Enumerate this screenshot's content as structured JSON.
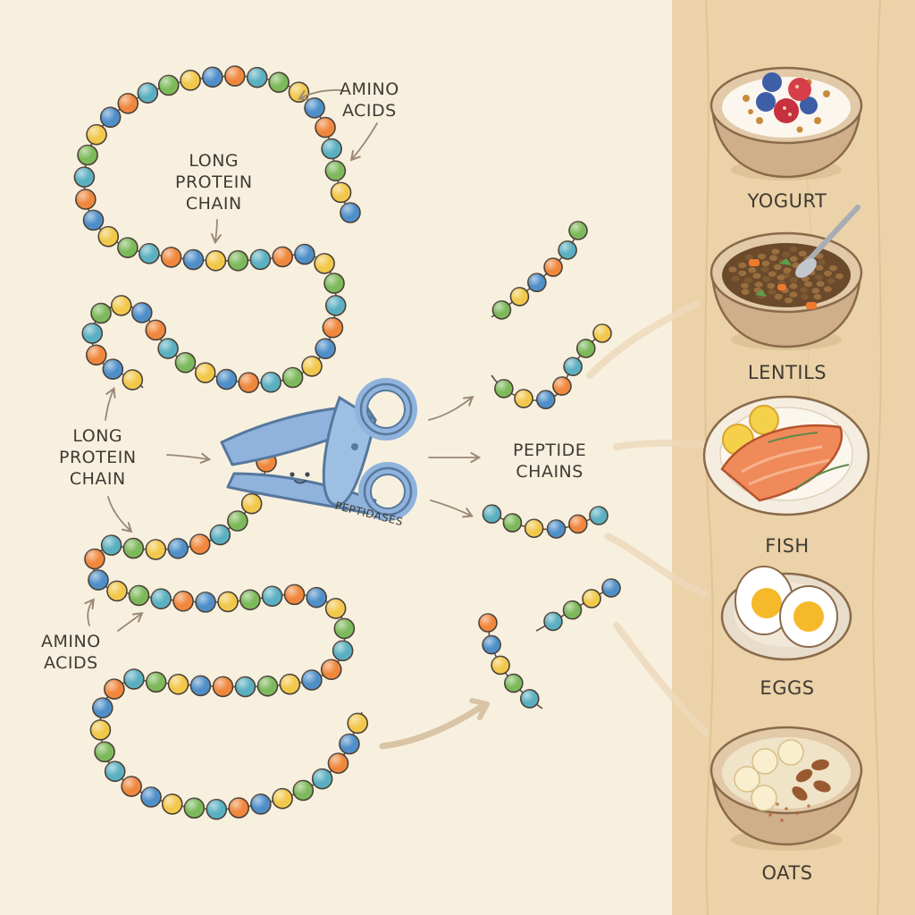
{
  "labels": {
    "amino_acids_top": [
      "AMINO",
      "ACIDS"
    ],
    "long_chain_top": [
      "LONG",
      "PROTEIN",
      "CHAIN"
    ],
    "long_chain_left": [
      "LONG",
      "PROTEIN",
      "CHAIN"
    ],
    "amino_acids_bottom": [
      "AMINO",
      "ACIDS"
    ],
    "peptide_chains": [
      "PEPTIDE",
      "CHAINS"
    ],
    "peptidases": "PEPTIDASES"
  },
  "foods": [
    {
      "id": "yogurt",
      "label": "YOGURT"
    },
    {
      "id": "lentils",
      "label": "LENTILS"
    },
    {
      "id": "fish",
      "label": "FISH"
    },
    {
      "id": "eggs",
      "label": "EGGS"
    },
    {
      "id": "oats",
      "label": "OATS"
    }
  ],
  "bead_colors": [
    "#4f8fc9",
    "#7cb95a",
    "#f0873d",
    "#f2c84b",
    "#5aafc0"
  ],
  "colors": {
    "background": "#f8f0df",
    "panel": "#ecd2a8",
    "ink": "#3f3a33",
    "scissors": "#8fb3dc",
    "arrow": "#9b8877"
  }
}
